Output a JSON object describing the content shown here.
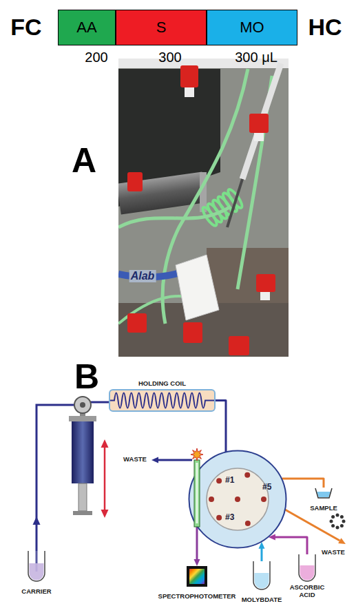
{
  "diagram": {
    "nodes": [
      {
        "text": [
          "AA"
        ]
      },
      {
        "text": [
          "S"
        ]
      },
      {
        "text": [
          "MO"
        ]
      },
      {
        "text": [
          "HOLDING COIL"
        ]
      },
      {
        "text": [
          "#1",
          "#3",
          "#5"
        ]
      },
      {
        "text": [
          "SAMPLE"
        ]
      },
      {
        "text": [
          "CARRIER"
        ]
      },
      {
        "text": [
          "SPECTROPHOTOMETER"
        ]
      },
      {
        "text": [
          "MOLYBDATE"
        ]
      },
      {
        "text": [
          "ASCORBIC ACID"
        ]
      }
    ],
    "edges": [
      {
        "from": 3,
        "to": 4,
        "arrow": "none"
      },
      {
        "from": 4,
        "to": 7,
        "arrow": "to"
      },
      {
        "from": 8,
        "to": 4,
        "arrow": "to"
      },
      {
        "from": 9,
        "to": 4,
        "arrow": "to"
      },
      {
        "from": 4,
        "to": 5,
        "arrow": "none"
      }
    ],
    "labels": [
      "FC",
      "HC",
      "200",
      "300",
      "300 μL",
      "A",
      "Alab",
      "B",
      "WASTE",
      "WASTE"
    ]
  }
}
